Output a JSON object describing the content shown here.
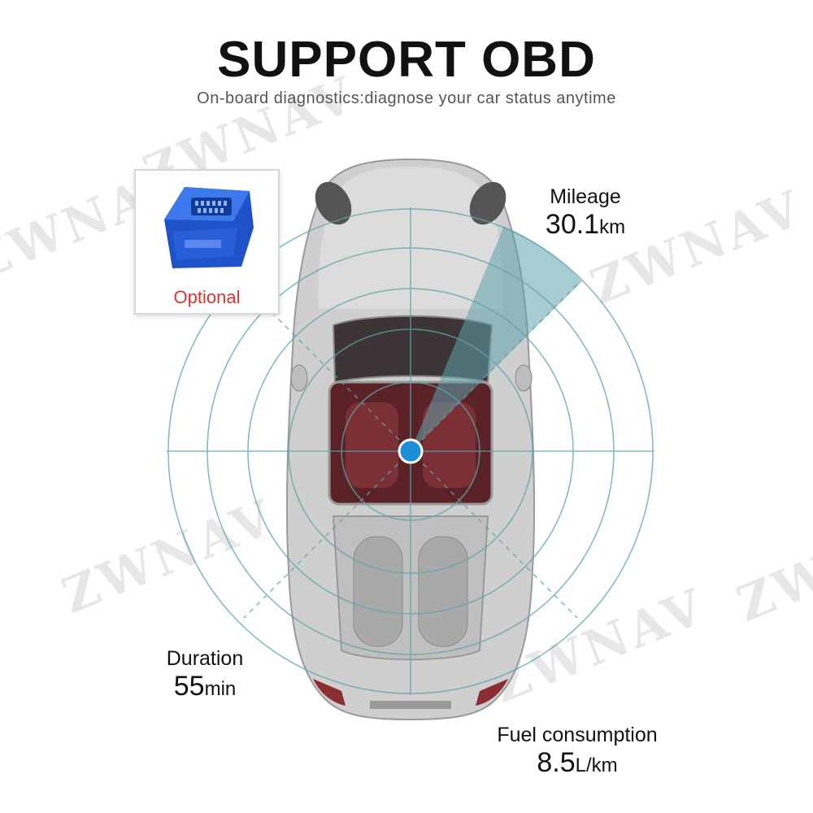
{
  "header": {
    "title": "SUPPORT OBD",
    "subtitle": "On-board diagnostics:diagnose your car status anytime"
  },
  "watermark": "ZWNAV",
  "obd_card": {
    "label": "Optional",
    "icon": "obd-adapter-icon"
  },
  "stats": {
    "mileage": {
      "label": "Mileage",
      "value": "30.1",
      "unit": "km"
    },
    "duration": {
      "label": "Duration",
      "value": "55",
      "unit": "min"
    },
    "fuel": {
      "label": "Fuel consumption",
      "value": "8.5",
      "unit": "L/km"
    }
  },
  "colors": {
    "radar": "#5fa3ac",
    "center_dot": "#1d8fd6",
    "optional_text": "#e03030",
    "car_body": "#c9c9c9",
    "interior": "#6b2a2c"
  }
}
